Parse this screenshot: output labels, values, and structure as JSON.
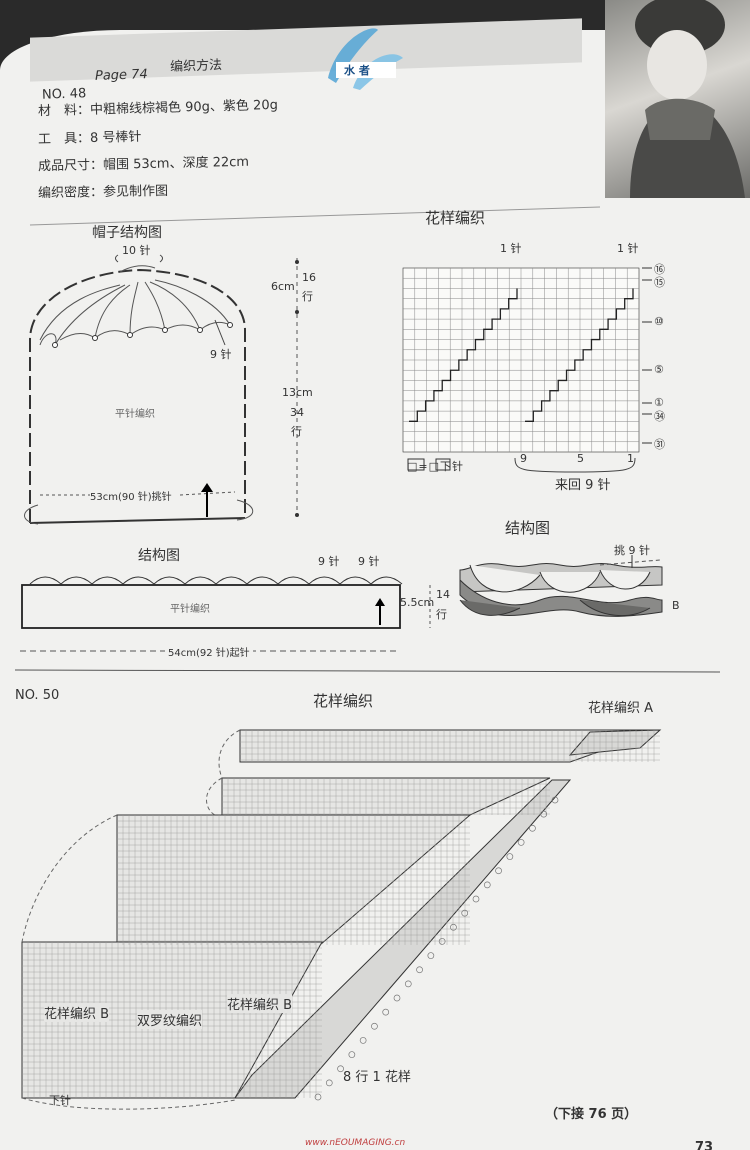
{
  "header": {
    "no48": "NO. 48",
    "page": "Page 74",
    "method": "编织方法"
  },
  "logo_text": "水 者",
  "materials": {
    "line1": "材　料：中粗棉线棕褐色 90g、紫色 20g",
    "line2": "工　具：8 号棒针",
    "line3": "成品尺寸：帽围 53cm、深度 22cm",
    "line4": "编织密度：参见制作图"
  },
  "hat": {
    "title": "帽子结构图",
    "top_stitches": "10 针",
    "right_stitches": "9 针",
    "body_label": "平针编织",
    "bottom_label": "53cm(90 针)挑针",
    "dim_6cm": "6cm",
    "rows_16": "16",
    "rows_unit1": "行",
    "dim_13cm": "13cm",
    "rows_34": "34",
    "rows_unit2": "行"
  },
  "pattern1": {
    "title": "花样编织",
    "top_left": "1 针",
    "top_right": "1 针",
    "r16": "⑯",
    "r15": "⑮",
    "r10": "⑩",
    "r5": "⑤",
    "r1": "①",
    "r34": "㉞",
    "r31": "㉛",
    "legend": "□=□下针",
    "x9": "9",
    "x5": "5",
    "x1": "1",
    "repeat": "来回 9 针"
  },
  "brim": {
    "title": "结构图",
    "st1": "9 针",
    "st2": "9 针",
    "body": "平针编织",
    "dim": "5.5cm",
    "rows": "14",
    "rows_unit": "行",
    "bottom": "54cm(92 针)起针"
  },
  "struct2": {
    "title": "结构图",
    "pick": "挑 9 针",
    "b": "B"
  },
  "no50": {
    "label": "NO. 50",
    "title": "花样编织",
    "pattern_a": "花样编织 A",
    "pattern_b1": "花样编织 B",
    "rib": "双罗纹编织",
    "pattern_b2": "花样编织 B",
    "rows8": "8 行 1 花样",
    "purl": "下针",
    "continue": "（下接 76 页）"
  },
  "footer": {
    "url": "www.nEOUMAGING.cn",
    "page_num": "73"
  }
}
